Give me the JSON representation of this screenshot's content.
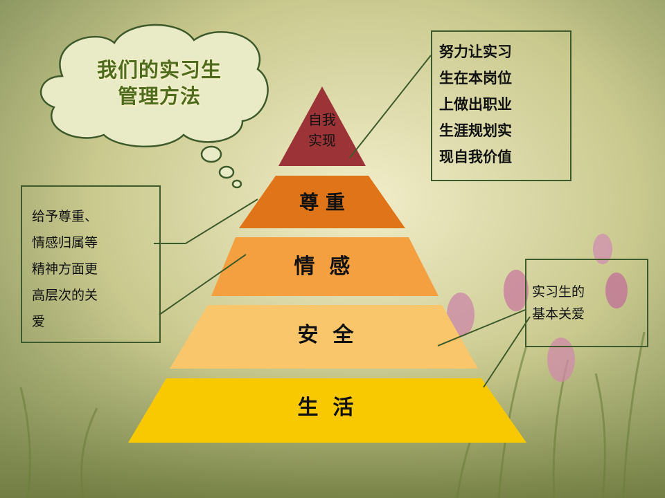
{
  "title": "我们的实习生\n管理方法",
  "pyramid": [
    {
      "label": "自我\n实现",
      "color": "#9c3437"
    },
    {
      "label": "尊 重",
      "color": "#e07418"
    },
    {
      "label": "情  感",
      "color": "#f5a040"
    },
    {
      "label": "安  全",
      "color": "#f9c66c"
    },
    {
      "label": "生  活",
      "color": "#f8c800"
    }
  ],
  "callouts": {
    "top_right": "努力让实习\n生在本岗位\n上做出职业\n生涯规划实\n现自我价值",
    "left": "给予尊重、\n情感归属等\n精神方面更\n高层次的关\n爱",
    "bottom_right": "实习生的\n基本关爱"
  },
  "colors": {
    "box_border": "#3f5a2a",
    "cloud_border": "#3f5a2a",
    "cloud_fill": "#e9eac6",
    "title_color": "#4e6b1e"
  }
}
